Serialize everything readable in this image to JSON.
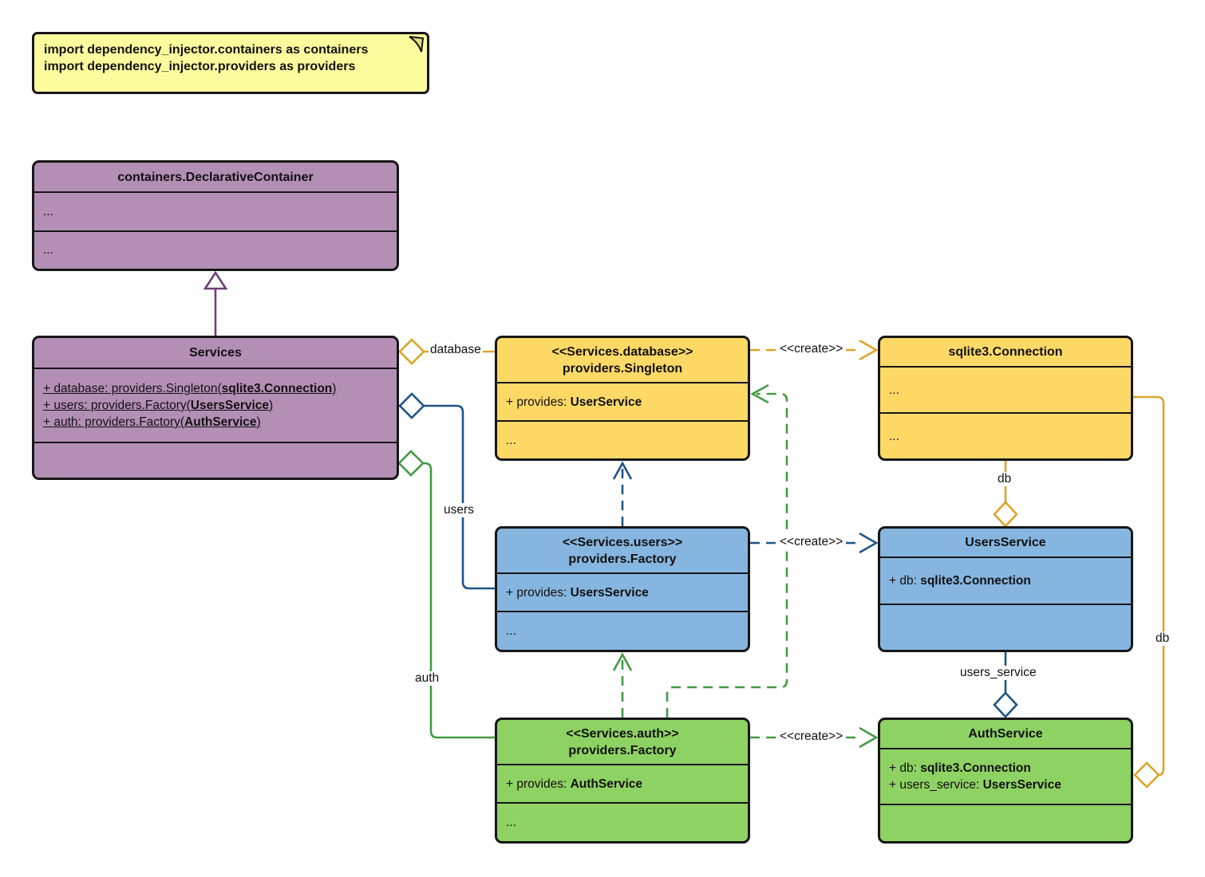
{
  "note": {
    "line1": "import dependency_injector.containers as containers",
    "line2": "import dependency_injector.providers as providers"
  },
  "palette": {
    "purple_fill": "#B48FB5",
    "purple_line": "#6E3F78",
    "yellow_fill": "#FFD966",
    "yellow_line": "#DDA42A",
    "blue_fill": "#86B6E0",
    "blue_line": "#1F5588",
    "green_fill": "#8FD264",
    "green_line": "#459A45",
    "note_fill": "#FCFC9E",
    "box_border": "#161616"
  },
  "classes": {
    "declarative_container": {
      "title": "containers.DeclarativeContainer",
      "row1": "...",
      "row2": "..."
    },
    "services": {
      "title": "Services",
      "attrs": [
        {
          "pre": "+ database: providers.Singleton(",
          "bold": "sqlite3.Connection",
          "post": ")"
        },
        {
          "pre": "+ users: providers.Factory(",
          "bold": "UsersService",
          "post": ")"
        },
        {
          "pre": "+ auth: providers.Factory(",
          "bold": "AuthService",
          "post": ")"
        }
      ]
    },
    "singleton": {
      "stereotype": "<<Services.database>>",
      "title": "providers.Singleton",
      "provides_pre": "+ provides: ",
      "provides_bold": "UserService",
      "dots": "..."
    },
    "sqlite_connection": {
      "title": "sqlite3.Connection",
      "row1": "...",
      "row2": "..."
    },
    "users_factory": {
      "stereotype": "<<Services.users>>",
      "title": "providers.Factory",
      "provides_pre": "+ provides: ",
      "provides_bold": "UsersService",
      "dots": "..."
    },
    "users_service": {
      "title": "UsersService",
      "attr_pre": "+ db: ",
      "attr_bold": "sqlite3.Connection"
    },
    "auth_factory": {
      "stereotype": "<<Services.auth>>",
      "title": "providers.Factory",
      "provides_pre": "+ provides: ",
      "provides_bold": "AuthService",
      "dots": "..."
    },
    "auth_service": {
      "title": "AuthService",
      "attr1_pre": "+ db: ",
      "attr1_bold": "sqlite3.Connection",
      "attr2_pre": "+ users_service: ",
      "attr2_bold": "UsersService"
    }
  },
  "edge_labels": {
    "database": "database",
    "users": "users",
    "auth": "auth",
    "create_database": "<<create>>",
    "create_users": "<<create>>",
    "create_auth": "<<create>>",
    "db_top": "db",
    "users_service": "users_service",
    "db_right": "db"
  }
}
